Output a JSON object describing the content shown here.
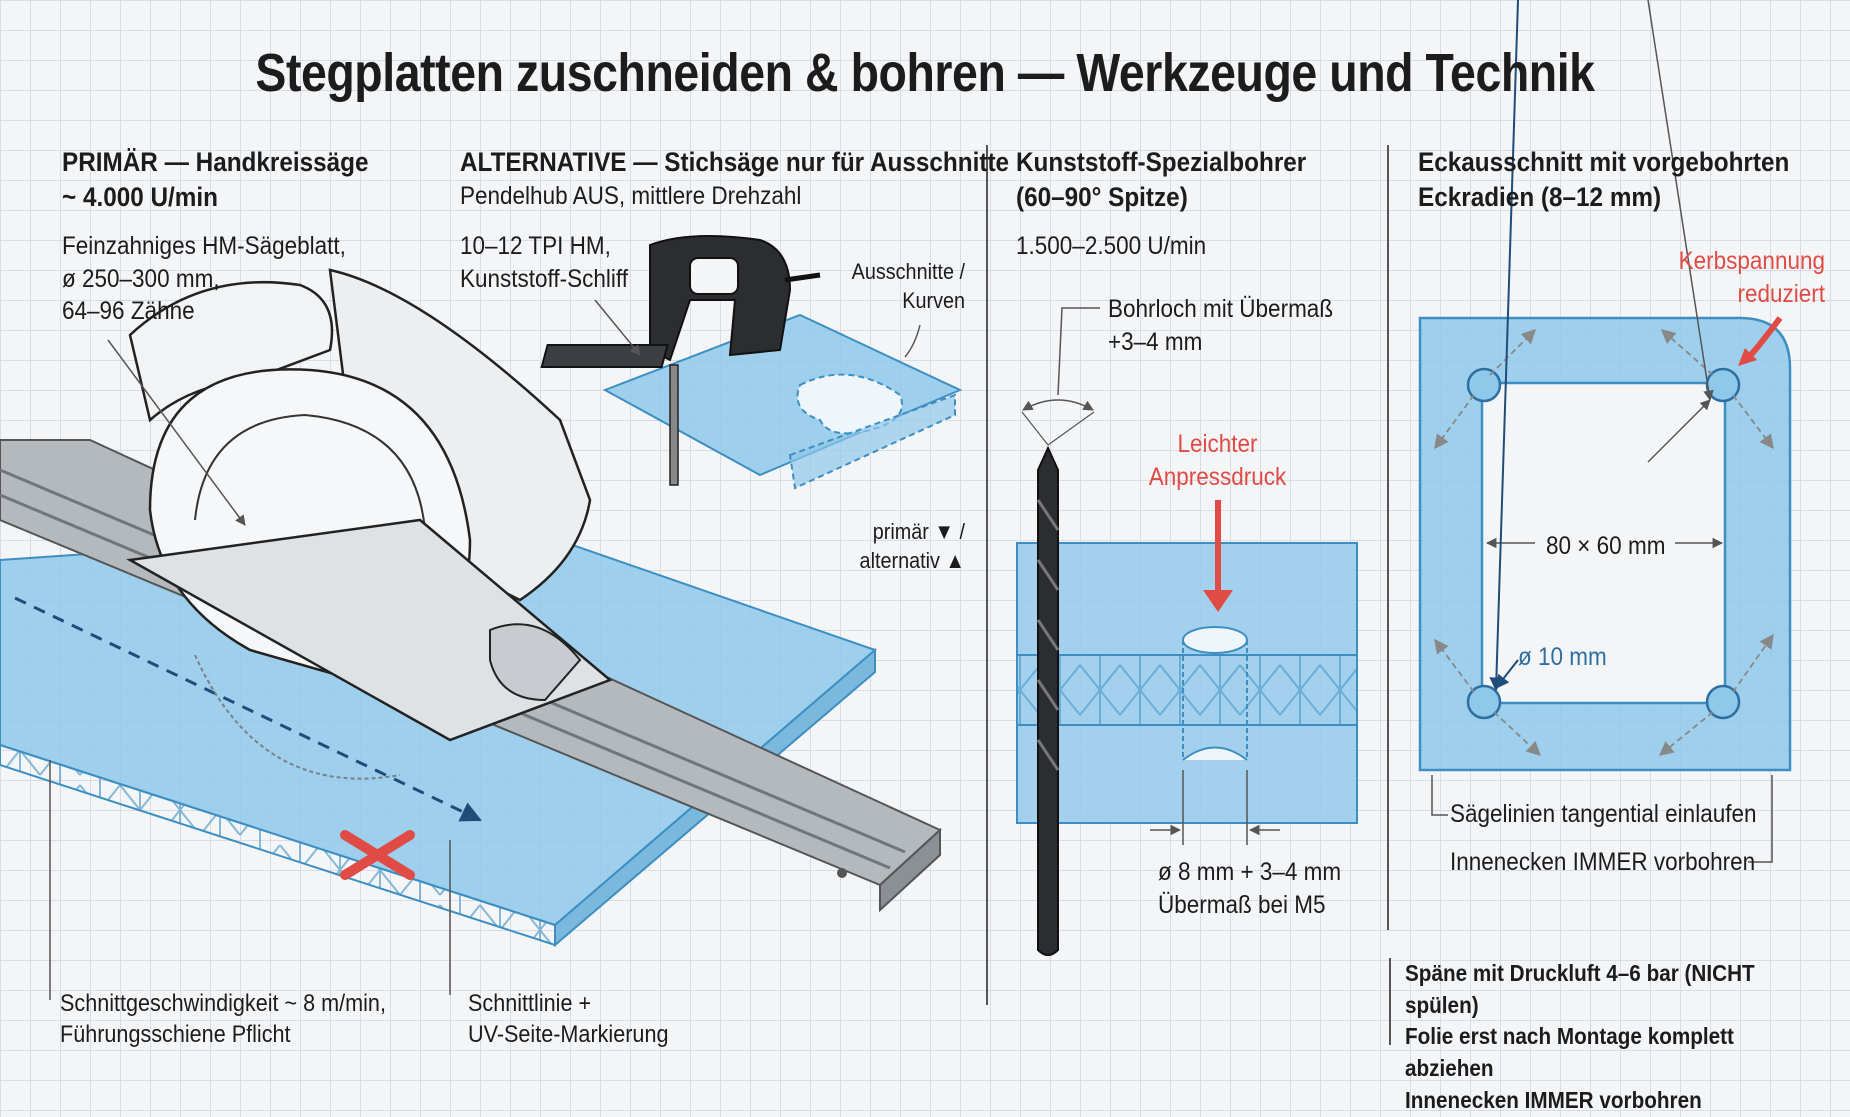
{
  "title": "Stegplatten zuschneiden & bohren — Werkzeuge und Technik",
  "colors": {
    "panel": "#8ec8ea",
    "panel_edge": "#3d8fc2",
    "accent_red": "#e04b45",
    "text": "#1c1c1c",
    "rail": "#9aa0a6"
  },
  "section1": {
    "heading": "PRIMÄR — Handkreissäge\n~ 4.000 U/min",
    "blade_spec": "Feinzahniges HM-Sägeblatt,\nø 250–300 mm,\n64–96 Zähne",
    "speed_note": "Schnittgeschwindigkeit ~ 8 m/min,\nFührungsschiene Pflicht",
    "cutline_note": "Schnittlinie +\nUV-Seite-Markierung"
  },
  "section2": {
    "heading": "ALTERNATIVE — Stichsäge nur für Ausschnitte",
    "subheading": "Pendelhub AUS, mittlere Drehzahl",
    "blade_spec": "10–12 TPI HM,\nKunststoff-Schliff",
    "cutouts_label": "Ausschnitte /\nKurven",
    "legend": "primär ▼ /\nalternativ ▲"
  },
  "section3": {
    "heading": "Kunststoff-Spezialbohrer\n(60–90° Spitze)",
    "speed": "1.500–2.500 U/min",
    "oversize_label": "Bohrloch mit Übermaß\n+3–4 mm",
    "pressure_label": "Leichter\nAnpressdruck",
    "hole_dim": "ø 8 mm + 3–4 mm\nÜbermaß bei M5"
  },
  "section4": {
    "heading": "Eckausschnitt mit vorgebohrten\nEckradien (8–12 mm)",
    "notch_label": "Kerbspannung\nreduziert",
    "cutout_dim": "80 × 60 mm",
    "hole_dim": "ø 10 mm",
    "saw_note": "Sägelinien tangential einlaufen",
    "corner_note": "Innenecken IMMER vorbohren",
    "summary": "Späne mit Druckluft 4–6 bar (NICHT spülen)\nFolie erst nach Montage komplett abziehen\nInnenecken IMMER vorbohren"
  }
}
